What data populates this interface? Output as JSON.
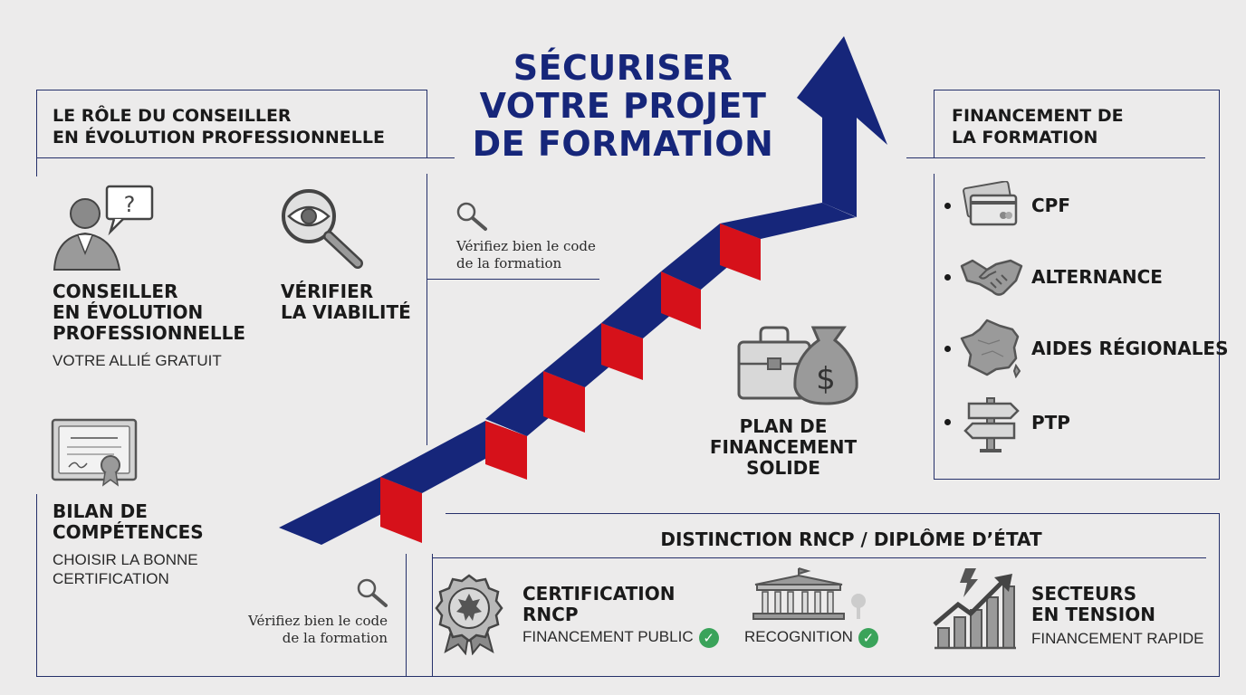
{
  "title": {
    "line1": "SÉCURISER",
    "line2": "VOTRE PROJET",
    "line3": "DE FORMATION"
  },
  "left_panel": {
    "heading_line1": "LE RÔLE DU CONSEILLER",
    "heading_line2": "EN ÉVOLUTION PROFESSIONNELLE",
    "conseiller": {
      "line1": "CONSEILLER",
      "line2": "EN ÉVOLUTION",
      "line3": "PROFESSIONNELLE",
      "sub": "VOTRE ALLIÉ GRATUIT"
    },
    "verifier": {
      "line1": "VÉRIFIER",
      "line2": "LA VIABILITÉ"
    },
    "bilan": {
      "line1": "BILAN DE",
      "line2": "COMPÉTENCES",
      "sub_line1": "CHOISIR LA BONNE",
      "sub_line2": "CERTIFICATION"
    }
  },
  "notes": {
    "top": {
      "line1": "Vérifiez bien le code",
      "line2": "de la formation"
    },
    "bottom": {
      "line1": "Vérifiez bien le code",
      "line2": "de la formation"
    }
  },
  "center": {
    "plan_line1": "PLAN DE FINANCEMENT",
    "plan_line2": "SOLIDE"
  },
  "right_panel": {
    "heading_line1": "FINANCEMENT DE",
    "heading_line2": "LA FORMATION",
    "items": [
      {
        "label": "CPF",
        "icon": "credit-cards-icon"
      },
      {
        "label": "ALTERNANCE",
        "icon": "handshake-icon"
      },
      {
        "label": "AIDES RÉGIONALES",
        "icon": "france-map-icon"
      },
      {
        "label": "PTP",
        "icon": "signpost-icon"
      }
    ]
  },
  "bottom_panel": {
    "heading": "DISTINCTION RNCP / DIPLÔME D’ÉTAT",
    "rncp": {
      "line1": "CERTIFICATION",
      "line2": "RNCP",
      "sub": "FINANCEMENT PUBLIC"
    },
    "diplome": {
      "sub": "RECOGNITION"
    },
    "secteurs": {
      "line1": "SECTEURS",
      "line2": "EN TENSION",
      "sub": "FINANCEMENT RAPIDE"
    }
  },
  "colors": {
    "navy": "#16267a",
    "red": "#d6111a",
    "check_green": "#3aa35a",
    "icon_gray": "#8a8a8a"
  }
}
